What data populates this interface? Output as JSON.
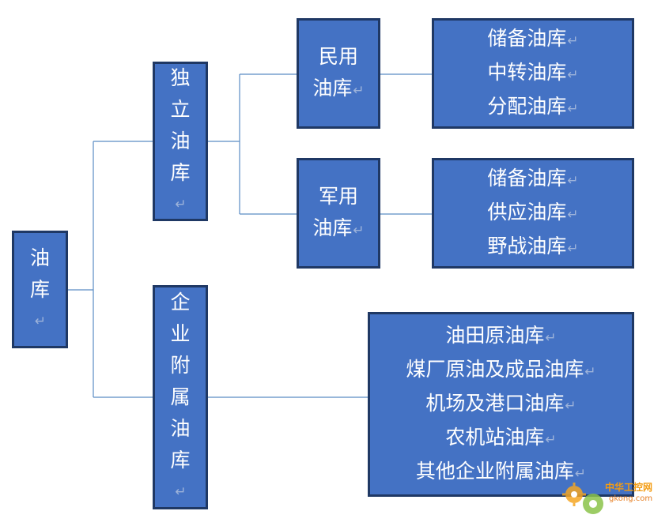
{
  "root": {
    "chars": [
      "油",
      "库"
    ]
  },
  "independent": {
    "chars": [
      "独",
      "立",
      "油",
      "库"
    ]
  },
  "enterprise": {
    "chars": [
      "企",
      "业",
      "附",
      "属",
      "油",
      "库"
    ]
  },
  "civil": {
    "lines": [
      "民用",
      "油库"
    ]
  },
  "military": {
    "lines": [
      "军用",
      "油库"
    ]
  },
  "civil_leaves": [
    "储备油库",
    "中转油库",
    "分配油库"
  ],
  "military_leaves": [
    "储备油库",
    "供应油库",
    "野战油库"
  ],
  "enterprise_leaves": [
    "油田原油库",
    "煤厂原油及成品油库",
    "机场及港口油库",
    "农机站油库",
    "其他企业附属油库"
  ],
  "return_mark": "↵",
  "watermark": {
    "title": "中华工控网",
    "url": "gkong.com"
  },
  "colors": {
    "box": "#4472C4",
    "border": "#1F3864",
    "line": "#5B8CC4"
  }
}
